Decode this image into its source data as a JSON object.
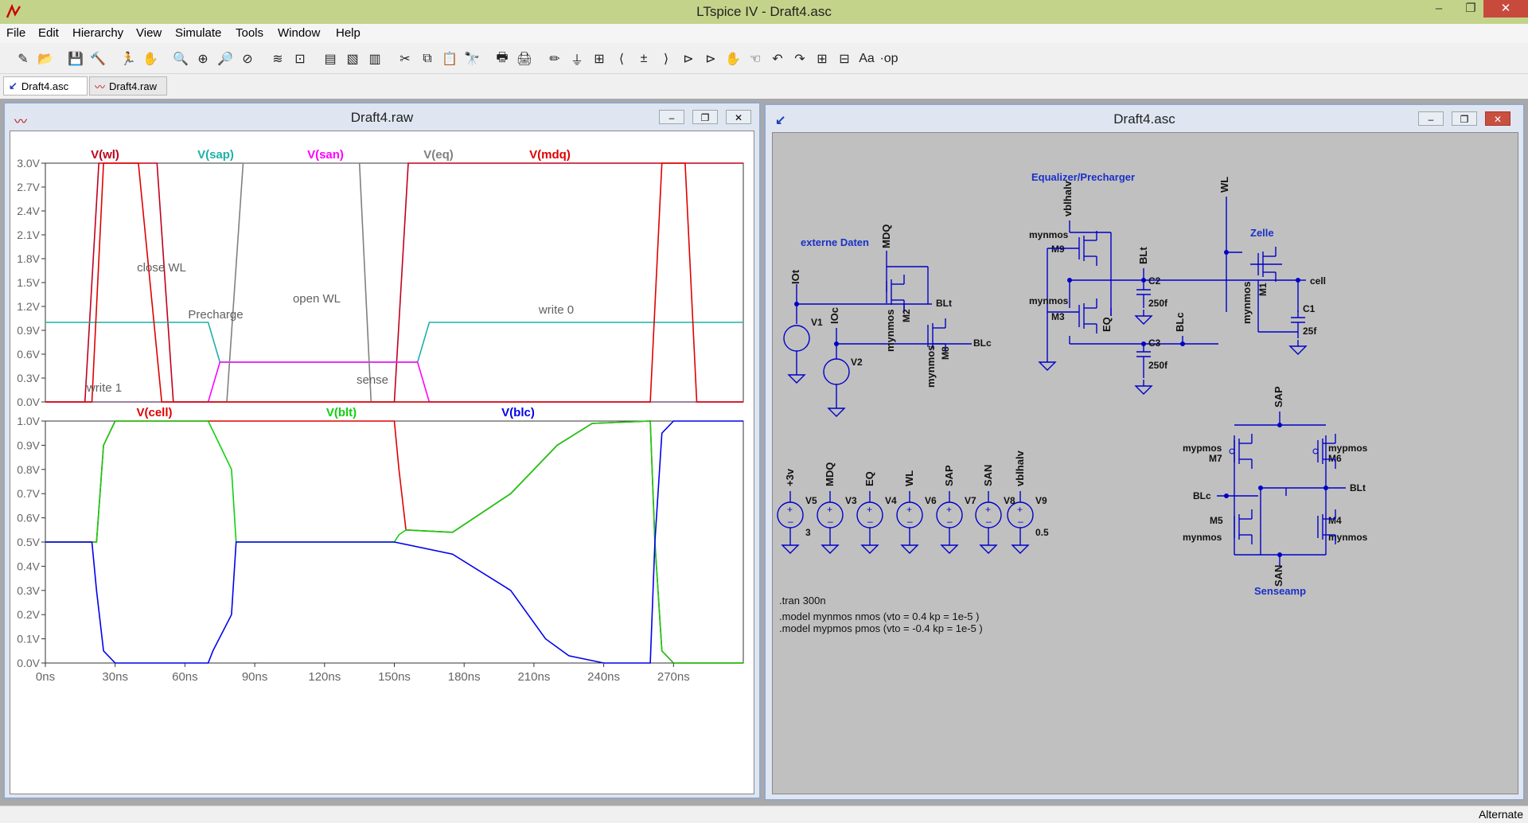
{
  "window": {
    "title": "LTspice IV - Draft4.asc",
    "min": "–",
    "max": "❐",
    "close": "✕"
  },
  "menu": [
    "File",
    "Edit",
    "Hierarchy",
    "View",
    "Simulate",
    "Tools",
    "Window",
    "Help"
  ],
  "toolbar_icons": [
    "new-schematic-icon",
    "open-icon",
    "save-icon",
    "control-panel-icon",
    "run-icon",
    "halt-icon",
    "zoom-in-icon",
    "zoom-pan-icon",
    "zoom-out-icon",
    "zoom-cancel-icon",
    "autorange-icon",
    "delete-plot-icon",
    "tile-horizontal-icon",
    "cascade-icon",
    "tile-vertical-icon",
    "cut-icon",
    "copy-icon",
    "paste-icon",
    "find-icon",
    "print-preview-icon",
    "print-icon",
    "draw-wire-icon",
    "ground-icon",
    "label-net-icon",
    "resistor-icon",
    "capacitor-icon",
    "inductor-icon",
    "diode-icon",
    "component-icon",
    "move-icon",
    "drag-icon",
    "undo-icon",
    "redo-icon",
    "rotate-icon",
    "mirror-icon",
    "text-icon",
    "spice-directive-icon"
  ],
  "toolbar_glyphs": [
    "✎",
    "📂",
    "💾",
    "🔨",
    "🏃",
    "✋",
    "🔍",
    "⊕",
    "🔎",
    "⊘",
    "≋",
    "⊡",
    "▤",
    "▧",
    "▥",
    "✂",
    "⧉",
    "📋",
    "🔭",
    "🖶",
    "🖨",
    "✏",
    "⏚",
    "⊞",
    "⟨",
    "±",
    "⟩",
    "⊳",
    "⊳",
    "✋",
    "☜",
    "↶",
    "↷",
    "⊞",
    "⊟",
    "Aa",
    "·op"
  ],
  "tabs": [
    {
      "label": "Draft4.asc",
      "icon": "schematic-icon"
    },
    {
      "label": "Draft4.raw",
      "icon": "waveform-icon"
    }
  ],
  "waveform_window": {
    "title": "Draft4.raw"
  },
  "schematic_window": {
    "title": "Draft4.asc"
  },
  "status": "Alternate",
  "colors": {
    "wl": "#c0001e",
    "sap": "#1eb0a8",
    "san": "#ff00ff",
    "eq": "#808080",
    "mdq": "#e00000",
    "cell": "#e00000",
    "blt": "#10d010",
    "blc": "#0000ee",
    "schematic_bg": "#c0c0c0",
    "wire": "#0000c8"
  },
  "chart_data": [
    {
      "type": "line",
      "title": "",
      "legend": [
        "V(wl)",
        "V(sap)",
        "V(san)",
        "V(eq)",
        "V(mdq)"
      ],
      "ylim": [
        0,
        3.0
      ],
      "yticks": [
        "3.0V",
        "2.7V",
        "2.4V",
        "2.1V",
        "1.8V",
        "1.5V",
        "1.2V",
        "0.9V",
        "0.6V",
        "0.3V",
        "0.0V"
      ],
      "xlim": [
        0,
        300
      ],
      "series": [
        {
          "name": "V(wl)",
          "color": "#c0001e",
          "x": [
            0,
            17,
            23,
            27,
            48,
            55,
            150,
            156,
            300
          ],
          "y": [
            0,
            0,
            3,
            3,
            3,
            0,
            0,
            3,
            3
          ]
        },
        {
          "name": "V(sap)",
          "color": "#1eb0a8",
          "x": [
            0,
            70,
            75,
            80,
            160,
            165,
            300
          ],
          "y": [
            1,
            1,
            0.5,
            0.5,
            0.5,
            1,
            1
          ]
        },
        {
          "name": "V(san)",
          "color": "#ff00ff",
          "x": [
            0,
            70,
            75,
            80,
            160,
            165,
            300
          ],
          "y": [
            0,
            0,
            0.5,
            0.5,
            0.5,
            0,
            0
          ]
        },
        {
          "name": "V(eq)",
          "color": "#808080",
          "x": [
            0,
            78,
            85,
            135,
            140,
            300
          ],
          "y": [
            0,
            0,
            3,
            3,
            0,
            0
          ]
        },
        {
          "name": "V(mdq)",
          "color": "#e00000",
          "x": [
            0,
            20,
            25,
            40,
            50,
            260,
            265,
            275,
            280,
            300
          ],
          "y": [
            0,
            0,
            3,
            3,
            0,
            0,
            3,
            3,
            0,
            0
          ]
        }
      ],
      "annotations": [
        "write 1",
        "close WL",
        "Precharge",
        "open WL",
        "sense",
        "write 0"
      ]
    },
    {
      "type": "line",
      "title": "",
      "legend": [
        "V(cell)",
        "V(blt)",
        "V(blc)"
      ],
      "ylim": [
        0,
        1.0
      ],
      "yticks": [
        "1.0V",
        "0.9V",
        "0.8V",
        "0.7V",
        "0.6V",
        "0.5V",
        "0.4V",
        "0.3V",
        "0.2V",
        "0.1V",
        "0.0V"
      ],
      "xticks": [
        "0ns",
        "30ns",
        "60ns",
        "90ns",
        "120ns",
        "150ns",
        "180ns",
        "210ns",
        "240ns",
        "270ns"
      ],
      "xlim": [
        0,
        300
      ],
      "series": [
        {
          "name": "V(cell)",
          "color": "#e00000",
          "x": [
            0,
            22,
            25,
            30,
            150,
            152,
            155,
            175,
            200,
            220,
            235,
            260,
            262,
            265,
            270,
            300
          ],
          "y": [
            0.5,
            0.5,
            0.9,
            1,
            1,
            0.8,
            0.55,
            0.54,
            0.7,
            0.9,
            0.99,
            1,
            0.5,
            0.05,
            0,
            0
          ]
        },
        {
          "name": "V(blt)",
          "color": "#10d010",
          "x": [
            0,
            22,
            25,
            30,
            70,
            75,
            80,
            82,
            85,
            150,
            152,
            155,
            175,
            200,
            220,
            235,
            260,
            262,
            265,
            270,
            300
          ],
          "y": [
            0.5,
            0.5,
            0.9,
            1,
            1,
            0.9,
            0.8,
            0.5,
            0.5,
            0.5,
            0.53,
            0.55,
            0.54,
            0.7,
            0.9,
            0.99,
            1,
            0.5,
            0.05,
            0,
            0
          ]
        },
        {
          "name": "V(blc)",
          "color": "#0000ee",
          "x": [
            0,
            20,
            22,
            25,
            30,
            70,
            72,
            80,
            82,
            85,
            150,
            175,
            200,
            215,
            225,
            240,
            260,
            262,
            265,
            270,
            300
          ],
          "y": [
            0.5,
            0.5,
            0.3,
            0.05,
            0,
            0,
            0.05,
            0.2,
            0.5,
            0.5,
            0.5,
            0.45,
            0.3,
            0.1,
            0.03,
            0,
            0,
            0.5,
            0.95,
            1,
            1
          ]
        }
      ]
    }
  ],
  "schematic": {
    "labels": {
      "externe_daten": "externe Daten",
      "equalizer": "Equalizer/Precharger",
      "zelle": "Zelle",
      "senseamp": "Senseamp",
      "tran": ".tran 300n",
      "model_n": ".model mynmos nmos (vto = 0.4 kp = 1e-5 )",
      "model_p": ".model mypmos pmos (vto = -0.4 kp = 1e-5 )"
    },
    "nets": [
      "MDQ",
      "IOt",
      "IOc",
      "BLt",
      "BLc",
      "WL",
      "vblhalv",
      "EQ",
      "cell",
      "SAP",
      "SAN"
    ],
    "components": [
      "M2",
      "M8",
      "M9",
      "M3",
      "M1",
      "C1",
      "C2",
      "C3",
      "M7",
      "M6",
      "M5",
      "M4",
      "V1",
      "V2",
      "V3",
      "V4",
      "V5",
      "V6",
      "V7",
      "V8",
      "V9"
    ],
    "sources": [
      {
        "name": "V5",
        "net": "+3v",
        "value": "3"
      },
      {
        "name": "V3",
        "net": "MDQ",
        "value": ""
      },
      {
        "name": "V4",
        "net": "EQ",
        "value": ""
      },
      {
        "name": "V6",
        "net": "WL",
        "value": ""
      },
      {
        "name": "V7",
        "net": "SAP",
        "value": ""
      },
      {
        "name": "V8",
        "net": "SAN",
        "value": ""
      },
      {
        "name": "V9",
        "net": "vblhalv",
        "value": "0.5"
      }
    ],
    "models": [
      "mynmos",
      "mypmos"
    ],
    "cap_values": {
      "C1": "25f",
      "C2": "250f",
      "C3": "250f"
    },
    "supply": "+3v"
  }
}
